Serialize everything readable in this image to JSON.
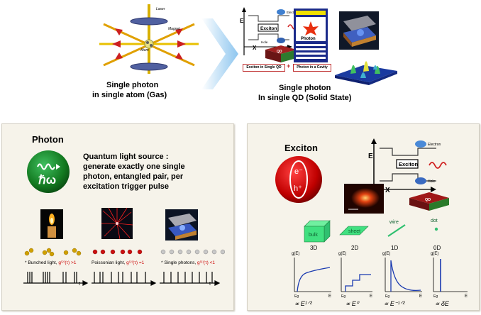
{
  "top": {
    "atom": {
      "labels": {
        "laser": "Laser",
        "magnet": "Magnet",
        "atom": "Atom"
      },
      "caption_line1": "Single photon",
      "caption_line2": "in single atom (Gas)"
    },
    "qd": {
      "labels": {
        "electron": "Electron",
        "exciton": "Exciton",
        "hole": "Hole",
        "qd": "QD",
        "photon": "Photon",
        "e_axis": "E",
        "x_axis": "X",
        "exciton_box": "Exciton in Single QD",
        "photon_box": "Photon in a Cavity",
        "plus": "+"
      },
      "caption_line1": "Single photon",
      "caption_line2": "In single QD (Solid State)"
    }
  },
  "photon_panel": {
    "title": "Photon",
    "icon_symbol": "ℏω",
    "desc_line1": "Quantum light source :",
    "desc_line2": "generate exactly one single",
    "desc_line3": "photon, entangled pair, per",
    "desc_line4": "excitation trigger pulse",
    "stats": [
      {
        "prefix": "* Bunched light, ",
        "cond": "g⁽²⁾(τ) >1",
        "color": "#c8a000"
      },
      {
        "prefix": "Poissonian light, ",
        "cond": "g⁽²⁾(τ) =1",
        "color": "#cc0000"
      },
      {
        "prefix": "* Single photons, ",
        "cond": "g⁽²⁾(τ) <1",
        "color": "#8a8a8a"
      }
    ],
    "time_axis": "t"
  },
  "exciton_panel": {
    "title": "Exciton",
    "electron_symbol": "e⁻",
    "hole_symbol": "h⁺",
    "diagram": {
      "electron": "Electron",
      "exciton": "Exciton",
      "hole": "Hole",
      "qd": "QD",
      "e_axis": "E",
      "x_axis": "X"
    },
    "dims": [
      {
        "shape": "bulk",
        "dim": "3D"
      },
      {
        "shape": "sheet",
        "dim": "2D"
      },
      {
        "shape": "wire",
        "dim": "1D"
      },
      {
        "shape": "dot",
        "dim": "0D"
      }
    ],
    "dos": [
      {
        "ylabel": "g(E)",
        "eg": "Eg",
        "eaxis": "E",
        "law": "∝ E¹ᐟ²"
      },
      {
        "ylabel": "g(E)",
        "eg": "Eg",
        "eaxis": "E",
        "law": "∝ E⁰"
      },
      {
        "ylabel": "g(E)",
        "eg": "Eg",
        "eaxis": "E",
        "law": "∝ E⁻¹ᐟ²"
      },
      {
        "ylabel": "g(E)",
        "eg": "Eg",
        "eaxis": "E",
        "law": "∝ δE"
      }
    ]
  }
}
